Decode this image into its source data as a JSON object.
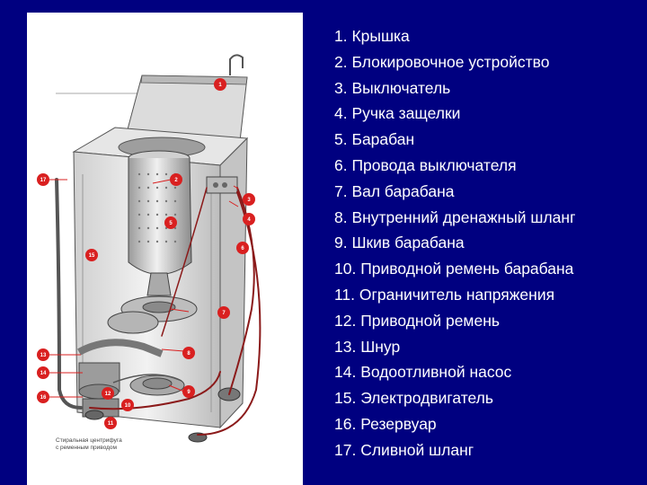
{
  "colors": {
    "background": "#000080",
    "callout": "#d92020",
    "wire": "#8b1a1a",
    "panel": "#ffffff"
  },
  "figure": {
    "callouts": [
      "1",
      "2",
      "3",
      "4",
      "5",
      "6",
      "7",
      "8",
      "9",
      "10",
      "11",
      "12",
      "13",
      "14",
      "15",
      "16",
      "17"
    ],
    "caption_lines": [
      "Стиральная центрифуга",
      "с ременным приводом"
    ]
  },
  "legend": [
    "1. Крышка",
    "2. Блокировочное устройство",
    "3. Выключатель",
    "4. Ручка защелки",
    "5. Барабан",
    "6. Провода выключателя",
    "7. Вал барабана",
    "8. Внутренний дренажный шланг",
    "9. Шкив барабана",
    "10. Приводной ремень барабана",
    "11. Ограничитель напряжения",
    "12. Приводной ремень",
    "13. Шнур",
    "14. Водоотливной насос",
    "15. Электродвигатель",
    "16. Резервуар",
    "17. Сливной шланг"
  ]
}
